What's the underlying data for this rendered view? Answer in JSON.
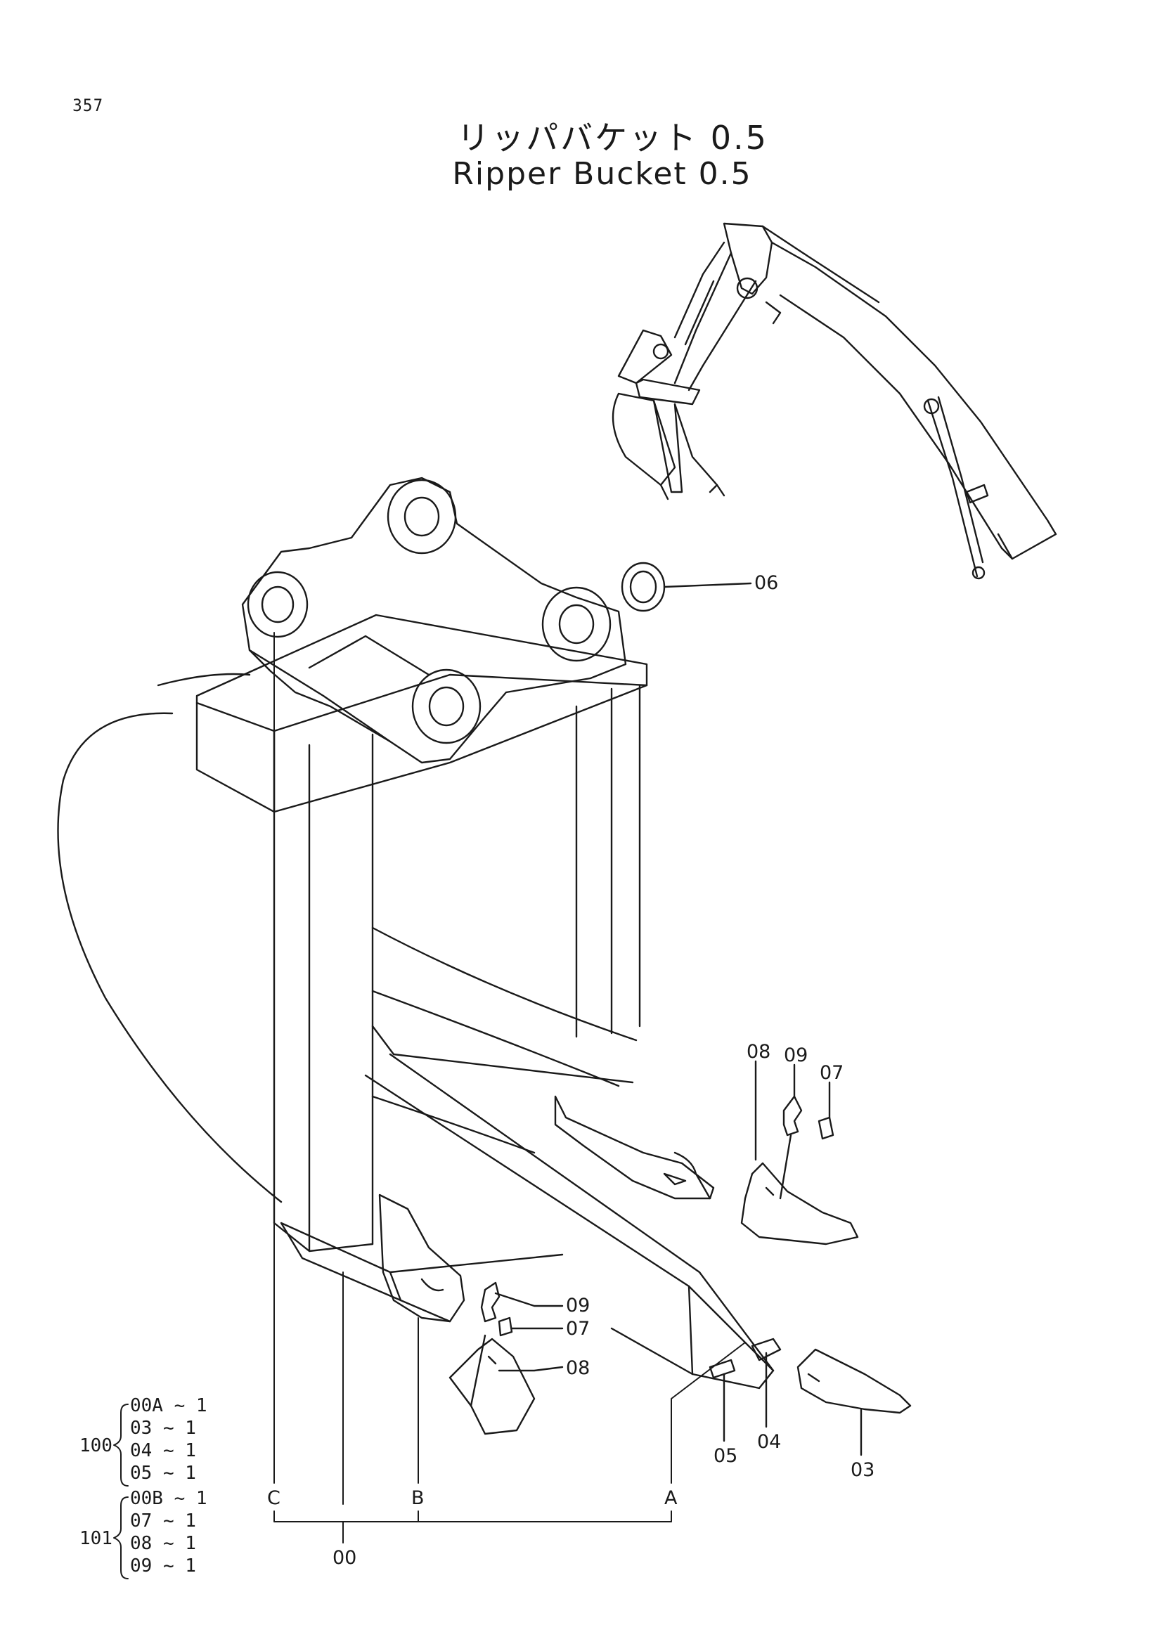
{
  "page_number": "357",
  "title_jp": "リッパバケット 0.5",
  "title_en": "Ripper Bucket 0.5",
  "callouts": {
    "c06": "06",
    "c08_top": "08",
    "c09_top": "09",
    "c07_top": "07",
    "c09_mid": "09",
    "c07_mid": "07",
    "c08_mid": "08",
    "c05": "05",
    "c04": "04",
    "c03": "03",
    "c00": "00",
    "cA": "A",
    "cB": "B",
    "cC": "C"
  },
  "legend": {
    "g100": {
      "number": "100",
      "items": [
        "00A ~ 1",
        "03  ~ 1",
        "04  ~ 1",
        "05  ~ 1"
      ]
    },
    "g101": {
      "number": "101",
      "items": [
        "00B ~ 1",
        "07  ~ 1",
        "08  ~ 1",
        "09  ~ 1"
      ]
    }
  },
  "colors": {
    "line": "#1a1a1a",
    "background": "#ffffff"
  }
}
